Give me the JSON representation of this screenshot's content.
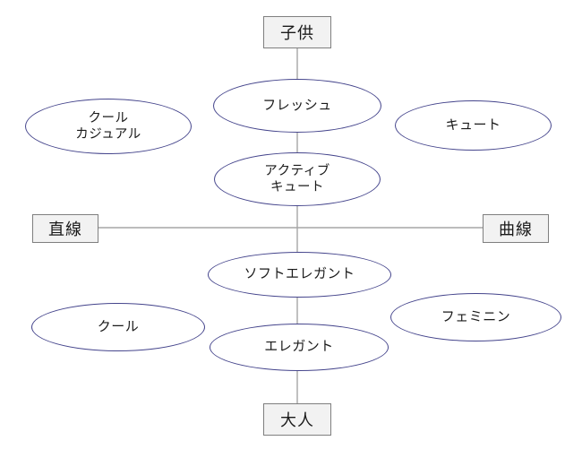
{
  "diagram": {
    "title_axes": {
      "vertical_top": "子供",
      "vertical_bottom": "大人",
      "horizontal_left": "直線",
      "horizontal_right": "曲線"
    },
    "colors": {
      "ellipse_border": "#45458c",
      "ellipse_fill": "#ffffff",
      "box_border": "#7f7f7f",
      "box_fill": "#f2f2f2",
      "connector": "#a6a6a6",
      "text": "#1a1a1a",
      "background": "#ffffff"
    },
    "nodes": [
      {
        "id": "kodomo",
        "type": "box",
        "label": "子供"
      },
      {
        "id": "fresh",
        "type": "ellipse",
        "label": "フレッシュ"
      },
      {
        "id": "cool-casual",
        "type": "ellipse",
        "label_line1": "クール",
        "label_line2": "カジュアル"
      },
      {
        "id": "cute",
        "type": "ellipse",
        "label": "キュート"
      },
      {
        "id": "active-cute",
        "type": "ellipse",
        "label_line1": "アクティブ",
        "label_line2": "キュート"
      },
      {
        "id": "chokusen",
        "type": "box",
        "label": "直線"
      },
      {
        "id": "kyokusen",
        "type": "box",
        "label": "曲線"
      },
      {
        "id": "soft-elegant",
        "type": "ellipse",
        "label": "ソフトエレガント"
      },
      {
        "id": "cool",
        "type": "ellipse",
        "label": "クール"
      },
      {
        "id": "feminine",
        "type": "ellipse",
        "label": "フェミニン"
      },
      {
        "id": "elegant",
        "type": "ellipse",
        "label": "エレガント"
      },
      {
        "id": "otona",
        "type": "box",
        "label": "大人"
      }
    ],
    "edges": [
      {
        "from": "kodomo",
        "to": "fresh"
      },
      {
        "from": "fresh",
        "to": "active-cute"
      },
      {
        "from": "active-cute",
        "to": "soft-elegant"
      },
      {
        "from": "soft-elegant",
        "to": "elegant"
      },
      {
        "from": "elegant",
        "to": "otona"
      },
      {
        "from": "chokusen",
        "to": "kyokusen"
      }
    ]
  }
}
